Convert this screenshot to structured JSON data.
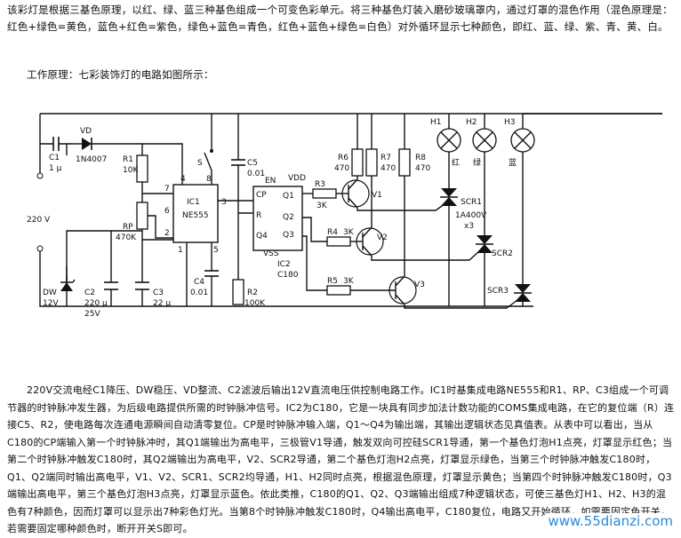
{
  "intro_text": "该彩灯是根据三基色原理，以红、绿、蓝三种基色组成一个可变色彩单元。将三种基色灯装入磨砂玻璃罩内，通过灯罩的混色作用（混色原理是：红色+绿色=黄色，蓝色+红色=紫色，绿色+蓝色=青色，红色+蓝色+绿色=白色）对外循环显示七种颜色，即红、蓝、绿、紫、青、黄、白。",
  "caption": "工作原理：七彩装饰灯的电路如图所示：",
  "circuit": {
    "C1": "C1",
    "C1_val": "1 μ",
    "VD": "VD",
    "VD_val": "1N4007",
    "R1": "R1",
    "R1_val": "10K",
    "S": "S",
    "C5": "C5",
    "C5_val": "0.01",
    "IC1": "IC1",
    "IC1_part": "NE555",
    "pin7": "7",
    "pin6": "6",
    "pin2": "2",
    "pin4": "4",
    "pin8": "8",
    "pin3": "3",
    "pin1": "1",
    "pin5": "5",
    "RP": "RP",
    "RP_val": "470K",
    "mains": "220 V",
    "DW": "DW",
    "DW_val": "12V",
    "C2": "C2",
    "C2_val": "220 μ",
    "C2_v": "25V",
    "C3": "C3",
    "C3_val": "22 μ",
    "C4": "C4",
    "C4_val": "0.01",
    "R2": "R2",
    "R2_val": "100K",
    "CP": "CP",
    "R": "R",
    "Q4": "Q4",
    "EN": "EN",
    "VDD": "VDD",
    "Q1": "Q1",
    "Q2": "Q2",
    "Q3": "Q3",
    "VSS": "VSS",
    "IC2": "IC2",
    "IC2_part": "C180",
    "R3": "R3",
    "R3_val": "3K",
    "R4": "R4",
    "R4_val": "3K",
    "R5": "R5",
    "R5_val": "3K",
    "V1": "V1",
    "V2": "V2",
    "V3": "V3",
    "R6": "R6",
    "R6_val": "470",
    "R7": "R7",
    "R7_val": "470",
    "R8": "R8",
    "R8_val": "470",
    "H1": "H1",
    "H2": "H2",
    "H3": "H3",
    "red": "红",
    "green": "绿",
    "blue": "蓝",
    "SCR1": "SCR1",
    "SCR1_rating": "1A400V",
    "SCR1_qty": "x3",
    "SCR2": "SCR2",
    "SCR3": "SCR3"
  },
  "body_text": "220V交流电经C1降压、DW稳压、VD整流、C2滤波后输出12V直流电压供控制电路工作。IC1时基集成电路NE555和R1、RP、C3组成一个可调节器的时钟脉冲发生器，为后级电路提供所需的时钟脉冲信号。IC2为C180，它是一块具有同步加法计数功能的COMS集成电路，在它的复位端（R）连接C5、R2，使电路每次连通电源瞬间自动清零复位。CP是时钟脉冲输入端，Q1～Q4为输出端，其输出逻辑状态见真值表。从表中可以看出，当从C180的CP端输入第一个时钟脉冲时，其Q1端输出为高电平，三极管V1导通，触发双向可控硅SCR1导通，第一个基色灯泡H1点亮，灯罩显示红色；当第二个时钟脉冲触发C180时，其Q2端输出为高电平，V2、SCR2导通，第二个基色灯泡H2点亮，灯罩显示绿色，当第三个时钟脉冲触发C180时，Q1、Q2端同时输出高电平，V1、V2、SCR1、SCR2均导通，H1、H2同时点亮，根据混色原理，灯罩显示黄色；当第四个时钟脉冲触发C180时，Q3端输出高电平，第三个基色灯泡H3点亮，灯罩显示蓝色。依此类推，C180的Q1、Q2、Q3端输出组成7种逻辑状态，可使三基色灯H1、H2、H3的混色有7种颜色，因而灯罩可以显示出7种彩色灯光。当第8个时钟脉冲触发C180时，Q4输出高电平，C180复位，电路又开始循环，如需要固定色开关，若需要固定哪种颜色时，断开开关S即可。",
  "watermark": "www.55dianzi.com"
}
